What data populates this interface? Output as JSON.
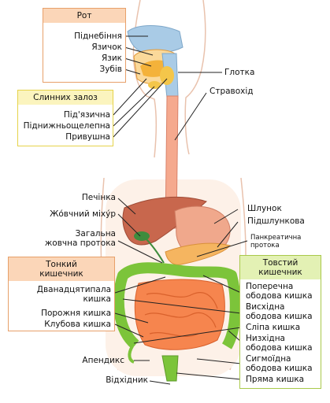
{
  "colors": {
    "skin": "#fbe3d2",
    "skin_outline": "#e9c2ad",
    "liver": "#c8674d",
    "stomach": "#f0a88c",
    "esophagus": "#f5a98e",
    "small_intestine": "#f6854e",
    "large_intestine": "#7cc43a",
    "gallbladder": "#3f8c3d",
    "pancreas": "#f5b560",
    "oral": "#f4b23a",
    "palate": "#a9cbe6"
  },
  "boxes": {
    "mouth": {
      "title": "Рот"
    },
    "salivary": {
      "title": "Слинних залоз"
    },
    "small_intestine": {
      "title": "Тонкий\nкишечник"
    },
    "large_intestine": {
      "title": "Товстий\nкишечник"
    }
  },
  "labels": {
    "palate": "Піднебіння",
    "uvula": "Язичок",
    "tongue": "Язик",
    "teeth": "Зубів",
    "pharynx": "Глотка",
    "esophagus": "Стравохід",
    "sublingual": "Під'язична",
    "submandibular": "Піднижньощелепна",
    "parotid": "Привушна",
    "liver": "Печінка",
    "gallbladder": "Жо́вчний міху́р",
    "common_bile_duct": "Загальна\nжовчна протока",
    "stomach": "Шлунок",
    "pancreas": "Підшлункова",
    "pancreatic_duct": "Панкреатична\nпротока",
    "duodenum": "Дванадцятипала\nкишка",
    "jejunum": "Порожня кишка",
    "ileum": "Клубова кишка",
    "transverse_colon": "Поперечна\nободова кишка",
    "ascending_colon": "Висхідна\nободова кишка",
    "cecum": "Сліпа кишка",
    "descending_colon": "Низхідна\nободова кишка",
    "sigmoid_colon": "Сигмоїдна\nободова кишка",
    "rectum": "Пряма кишка",
    "appendix": "Апендикс",
    "anus": "Відхідник"
  }
}
